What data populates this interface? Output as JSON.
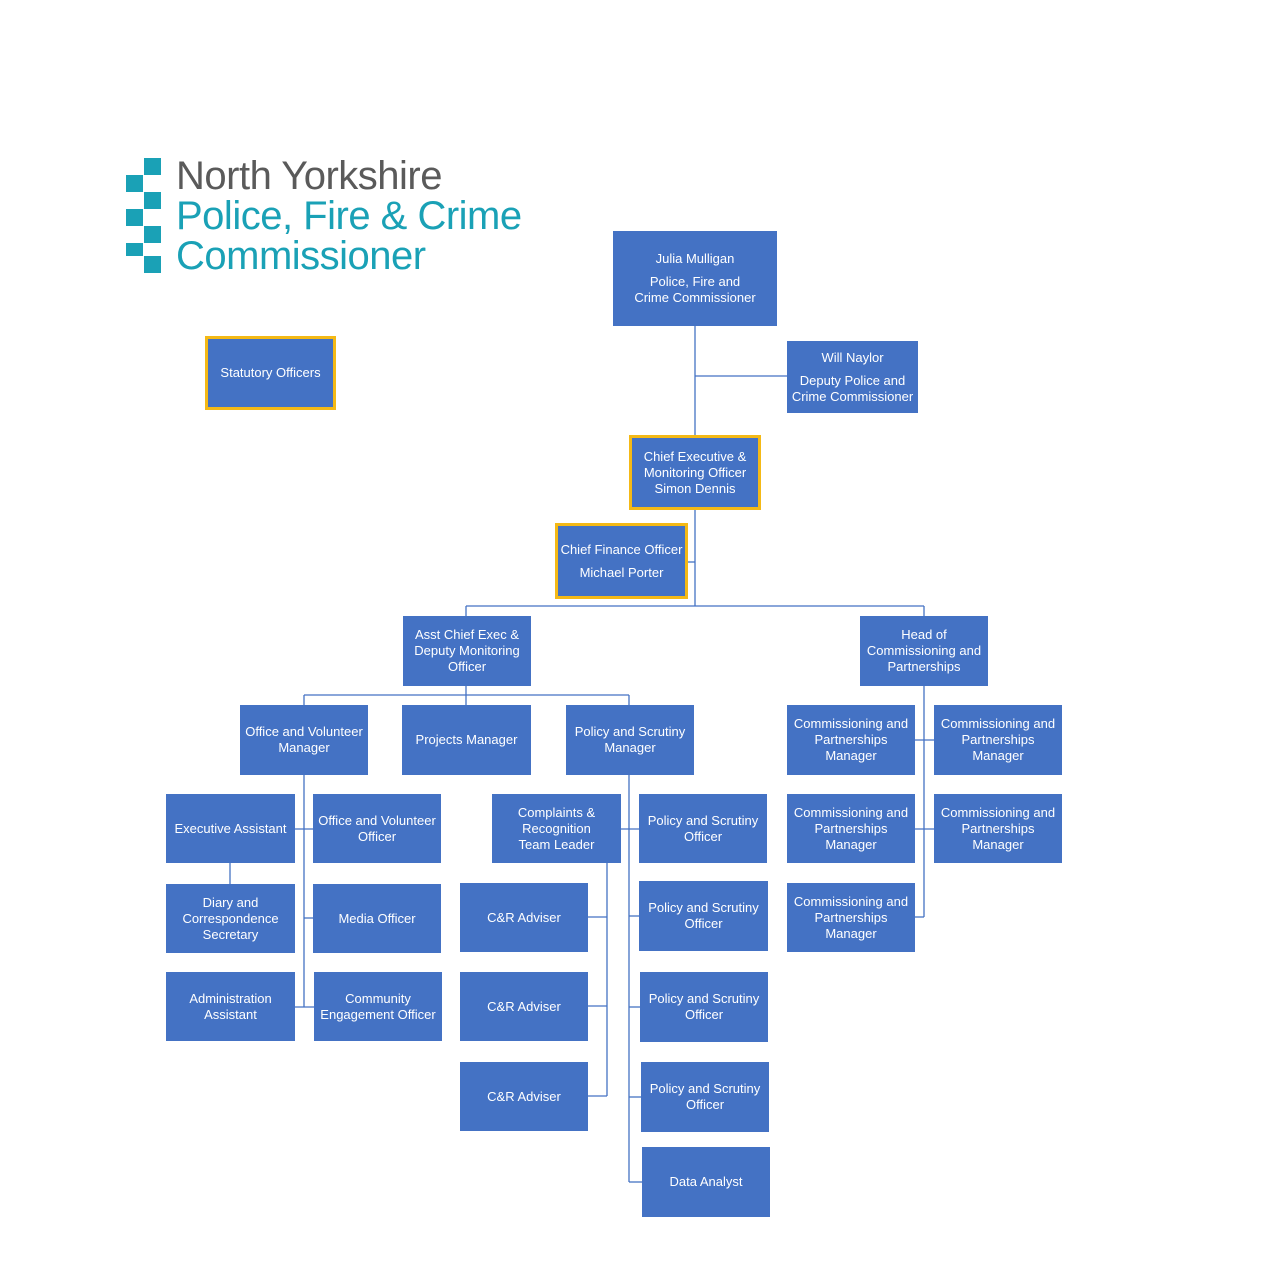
{
  "logo": {
    "line1": "North Yorkshire",
    "line2": "Police, Fire & Crime",
    "line3": "Commissioner",
    "colors": {
      "grey": "#5a5a5a",
      "teal": "#1aa1b6"
    }
  },
  "colors": {
    "box": "#4472c4",
    "statutory_border": "#f4b916",
    "connector": "#4472c4"
  },
  "legend": {
    "label": "Statutory Officers"
  },
  "nodes": {
    "pfcc": {
      "name": "Julia Mulligan",
      "title": [
        "Police, Fire and",
        "Crime Commissioner"
      ]
    },
    "deputy": {
      "name": "Will Naylor",
      "title": [
        "Deputy Police and",
        "Crime Commissioner"
      ]
    },
    "ceo": {
      "lines": [
        "Chief Executive &",
        "Monitoring Officer",
        "Simon Dennis"
      ]
    },
    "cfo": {
      "title": "Chief Finance Officer",
      "name": "Michael Porter"
    },
    "asst_ce": {
      "lines": [
        "Asst Chief Exec &",
        "Deputy Monitoring",
        "Officer"
      ]
    },
    "head_comm": {
      "lines": [
        "Head of",
        "Commissioning and",
        "Partnerships"
      ]
    },
    "ovm": {
      "lines": [
        "Office and Volunteer",
        "Manager"
      ]
    },
    "projects": {
      "lines": [
        "Projects Manager"
      ]
    },
    "psm": {
      "lines": [
        "Policy and Scrutiny",
        "Manager"
      ]
    },
    "exec_asst": {
      "lines": [
        "Executive Assistant"
      ]
    },
    "ovo": {
      "lines": [
        "Office and Volunteer",
        "Officer"
      ]
    },
    "diary": {
      "lines": [
        "Diary and",
        "Correspondence",
        "Secretary"
      ]
    },
    "media": {
      "lines": [
        "Media Officer"
      ]
    },
    "admin": {
      "lines": [
        "Administration",
        "Assistant"
      ]
    },
    "community": {
      "lines": [
        "Community",
        "Engagement Officer"
      ]
    },
    "crtl": {
      "lines": [
        "Complaints &",
        "Recognition",
        "Team Leader"
      ]
    },
    "cra1": {
      "lines": [
        "C&R Adviser"
      ]
    },
    "cra2": {
      "lines": [
        "C&R Adviser"
      ]
    },
    "cra3": {
      "lines": [
        "C&R Adviser"
      ]
    },
    "pso1": {
      "lines": [
        "Policy and Scrutiny",
        "Officer"
      ]
    },
    "pso2": {
      "lines": [
        "Policy and Scrutiny",
        "Officer"
      ]
    },
    "pso3": {
      "lines": [
        "Policy and Scrutiny",
        "Officer"
      ]
    },
    "pso4": {
      "lines": [
        "Policy and Scrutiny",
        "Officer"
      ]
    },
    "data_analyst": {
      "lines": [
        "Data Analyst"
      ]
    },
    "cpm1": {
      "lines": [
        "Commissioning and",
        "Partnerships",
        "Manager"
      ]
    },
    "cpm2": {
      "lines": [
        "Commissioning and",
        "Partnerships",
        "Manager"
      ]
    },
    "cpm3": {
      "lines": [
        "Commissioning and",
        "Partnerships",
        "Manager"
      ]
    },
    "cpm4": {
      "lines": [
        "Commissioning and",
        "Partnerships",
        "Manager"
      ]
    },
    "cpm5": {
      "lines": [
        "Commissioning and",
        "Partnerships",
        "Manager"
      ]
    }
  }
}
